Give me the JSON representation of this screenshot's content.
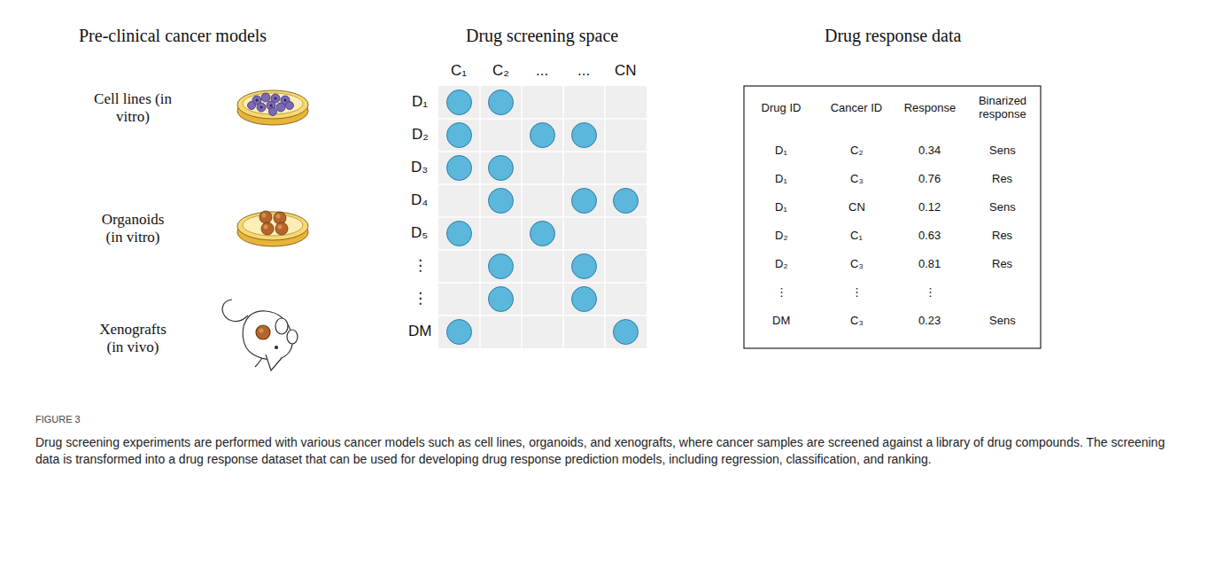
{
  "diagram": {
    "caption": "Drug screening experiments are performed with various cancer models such as cell lines, organoids, and xenografts, where cancer samples are screened against a library of drug compounds. The screening data is transformed into a drug response dataset that can be used for developing drug response prediction models, including regression, classification, and ranking.",
    "labels": [
      "Pre-clinical cancer models",
      "Drug screening space",
      "Drug response data",
      "Cell lines (in vitro)",
      "Organoids (in vitro)",
      "Xenografts (in vivo)",
      "C₁",
      "C₂",
      "...",
      "...",
      "CN",
      "D₁",
      "D₂",
      "D₃",
      "D₄",
      "D₅",
      "⋮",
      "⋮",
      "DM",
      "Drug ID",
      "Cancer ID",
      "Response",
      "Binarized response",
      "D₁",
      "C₂",
      "0.34",
      "Sens",
      "D₁",
      "C₃",
      "0.76",
      "Res",
      "D₁",
      "CN",
      "0.12",
      "Sens",
      "D₂",
      "C₁",
      "0.63",
      "Res",
      "D₂",
      "C₃",
      "0.81",
      "Res",
      "⋮",
      "⋮",
      "⋮",
      "DM",
      "C₃",
      "0.23",
      "Sens",
      "FIGURE 3"
    ]
  }
}
